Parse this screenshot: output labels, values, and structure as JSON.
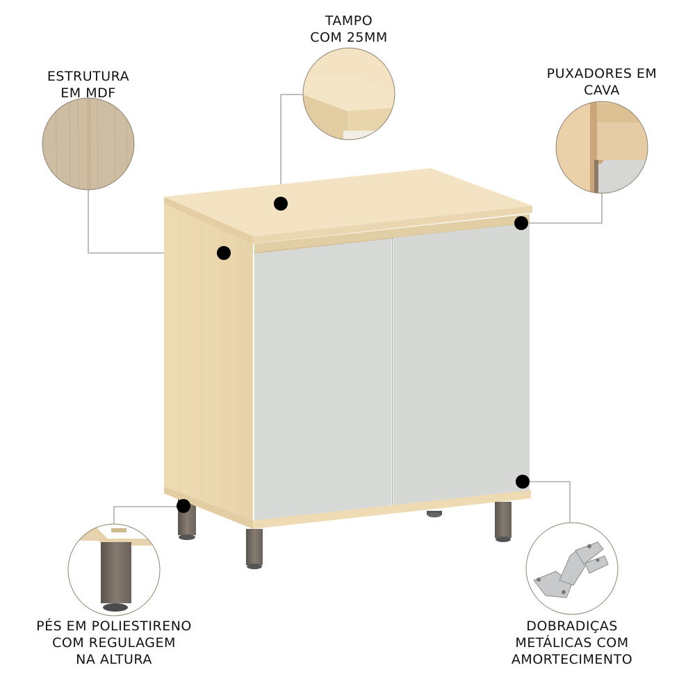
{
  "colors": {
    "background": "#ffffff",
    "wood_top": "#f2e1bf",
    "wood_side": "#eedcb6",
    "wood_edge": "#e6d1a8",
    "door": "#d7d9d6",
    "leg": "#7c736a",
    "marker": "#000000",
    "leader_line": "#9a9a9a",
    "text": "#111111"
  },
  "callouts": [
    {
      "id": "estrutura",
      "lines": [
        "ESTRUTURA",
        "EM MDF"
      ],
      "detail": "wood-grain-swatch"
    },
    {
      "id": "tampo",
      "lines": [
        "TAMPO",
        "COM 25MM"
      ],
      "detail": "top-edge-thickness"
    },
    {
      "id": "puxadores",
      "lines": [
        "PUXADORES EM",
        "CAVA"
      ],
      "detail": "recessed-handle"
    },
    {
      "id": "pes",
      "lines": [
        "PÉS EM POLIESTIRENO",
        "COM REGULAGEM",
        "NA ALTURA"
      ],
      "detail": "adjustable-leg"
    },
    {
      "id": "dobradicas",
      "lines": [
        "DOBRADIÇAS",
        "METÁLICAS COM",
        "AMORTECIMENTO"
      ],
      "detail": "metal-hinge"
    }
  ],
  "product": {
    "type": "cabinet",
    "doors": 2,
    "legs": 4
  }
}
